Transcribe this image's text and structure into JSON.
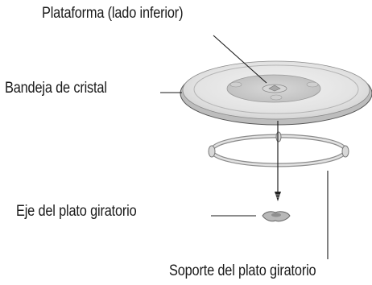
{
  "labels": {
    "platform": "Plataforma (lado inferior)",
    "glass_tray": "Bandeja de cristal",
    "shaft": "Eje del plato giratorio",
    "support": "Soporte del plato giratorio"
  },
  "colors": {
    "line": "#1a1a1a",
    "tray_fill": "#e6e6e6",
    "tray_inner": "#c9c9c9",
    "ring": "#d4d4d4"
  }
}
